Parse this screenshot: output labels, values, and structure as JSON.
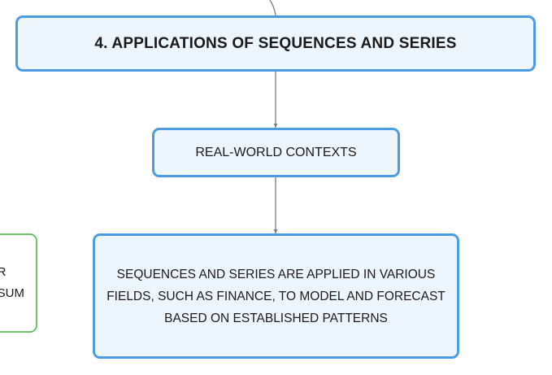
{
  "diagram": {
    "title_node": {
      "label": "4. APPLICATIONS OF SEQUENCES AND SERIES"
    },
    "context_node": {
      "label": "REAL-WORLD CONTEXTS"
    },
    "detail_node": {
      "label": "SEQUENCES AND SERIES ARE APPLIED IN VARIOUS FIELDS, SUCH AS FINANCE, TO MODEL AND FORECAST BASED ON ESTABLISHED PATTERNS"
    },
    "left_partial_node": {
      "line1": "R",
      "line2": "SUM"
    },
    "colors": {
      "node_border_blue": "#4a9de2",
      "node_fill_blue": "#eef6fd",
      "node_border_green": "#6cc36b",
      "connector": "#7a7a7a"
    }
  }
}
